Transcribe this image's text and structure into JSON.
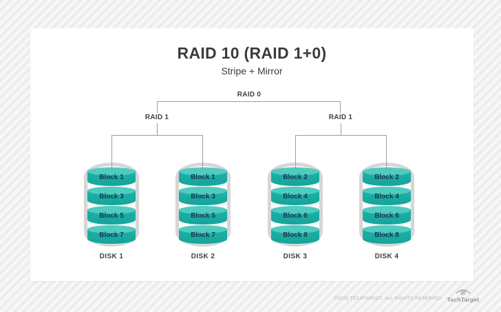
{
  "title": "RAID 10 (RAID 1+0)",
  "subtitle": "Stripe + Mirror",
  "tree": {
    "root_label": "RAID 0",
    "left_group_label": "RAID 1",
    "right_group_label": "RAID 1"
  },
  "disks": [
    {
      "name": "DISK 1",
      "blocks": [
        "Block 1",
        "Block 3",
        "Block 5",
        "Block 7"
      ]
    },
    {
      "name": "DISK 2",
      "blocks": [
        "Block 1",
        "Block 3",
        "Block 5",
        "Block 7"
      ]
    },
    {
      "name": "DISK 3",
      "blocks": [
        "Block 2",
        "Block 4",
        "Block 6",
        "Block 8"
      ]
    },
    {
      "name": "DISK 4",
      "blocks": [
        "Block 2",
        "Block 4",
        "Block 6",
        "Block 8"
      ]
    }
  ],
  "footer": {
    "copyright": "©2018 TECHTARGET, ALL RIGHTS RESERVED",
    "brand": "TechTarget"
  },
  "colors": {
    "block_body": "#1bb2a8",
    "block_cap": "#4fcbc0",
    "block_text": "#15374d",
    "disk_shell": "#d6d6d6",
    "connector_line": "#9b9b9b",
    "label_text": "#3f3f3f"
  }
}
